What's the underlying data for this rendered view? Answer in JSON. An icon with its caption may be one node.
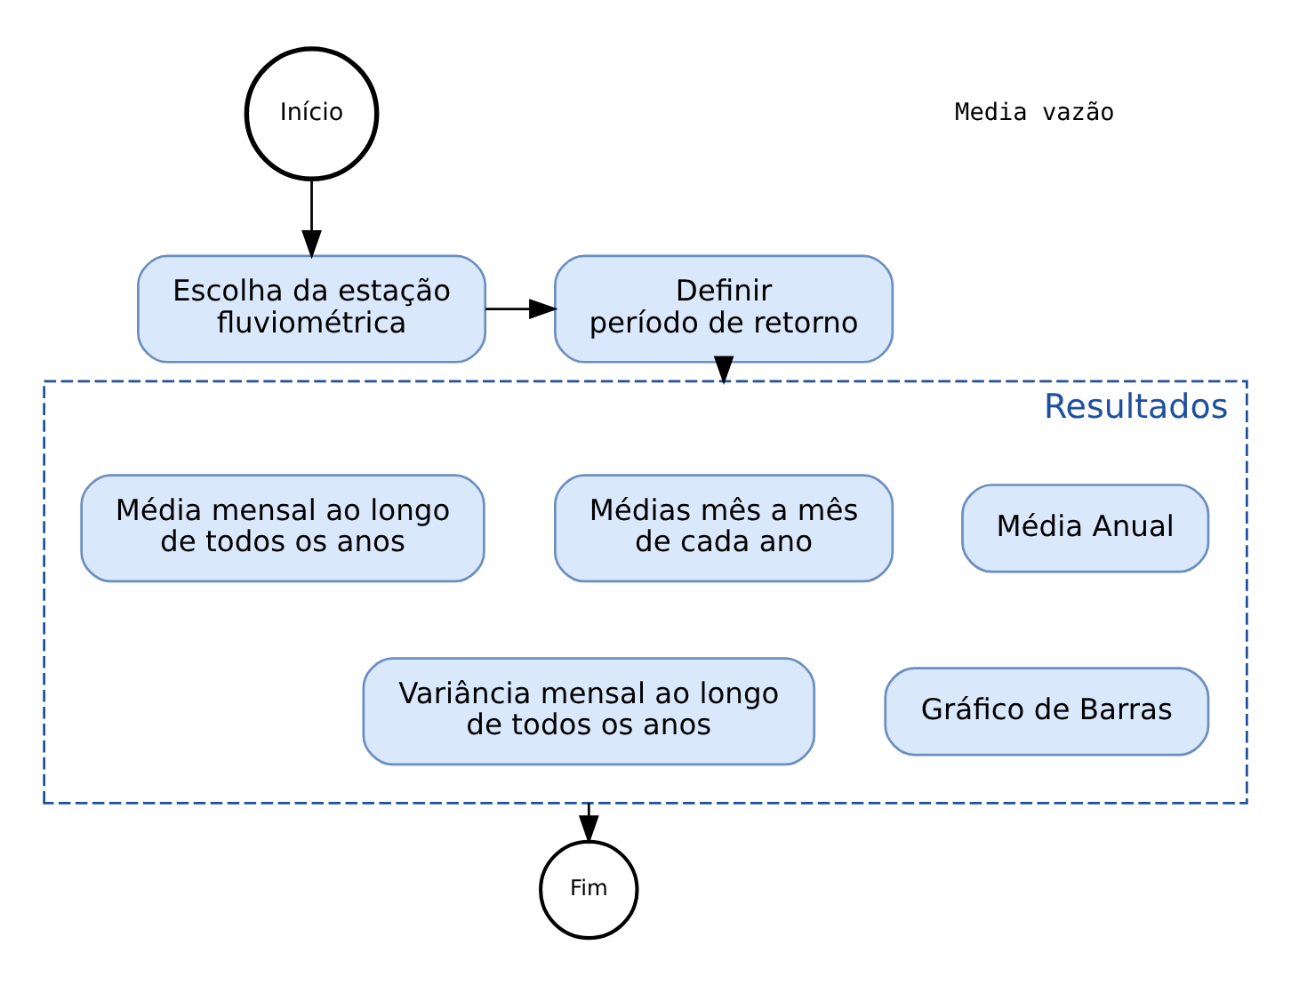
{
  "diagram": {
    "nodes": [
      {
        "text": [
          "Início"
        ]
      },
      {
        "text": [
          "Escolha da estação fluviométrica"
        ]
      },
      {
        "text": [
          "Definir período de retorno"
        ]
      },
      {
        "text": [
          "Resultados"
        ]
      },
      {
        "text": [
          "Média Anual"
        ],
        "in": 3
      },
      {
        "text": [
          "Médias mês a mês de cada ano"
        ],
        "in": 3
      },
      {
        "text": [
          "Média mensal ao longo de todos os anos"
        ],
        "in": 3
      },
      {
        "text": [
          "Gráfico de Barras"
        ],
        "in": 3
      },
      {
        "text": [
          "Variância mensal ao longo de todos os anos"
        ],
        "in": 3
      },
      {
        "text": [
          "Fim"
        ]
      }
    ],
    "edges": [
      {
        "from": 0,
        "to": 1,
        "arrow": "to"
      },
      {
        "from": 1,
        "to": 2,
        "arrow": "to"
      },
      {
        "from": 2,
        "to": 3,
        "arrow": "to"
      },
      {
        "from": 3,
        "to": 9,
        "arrow": "to"
      }
    ],
    "labels": [
      "Media vazão"
    ]
  }
}
